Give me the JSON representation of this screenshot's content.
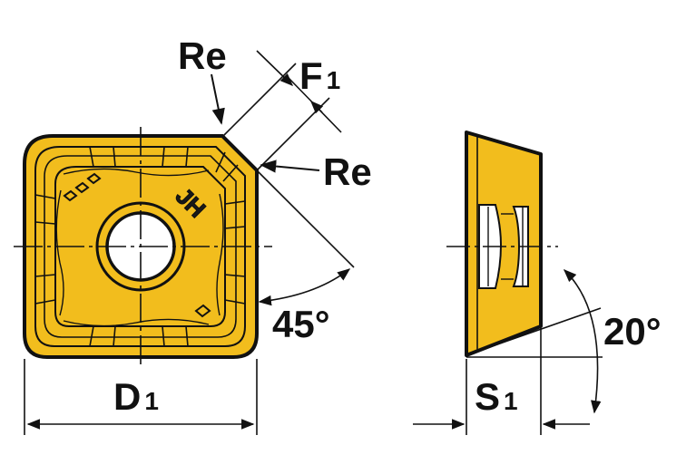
{
  "labels": {
    "re_top": "Re",
    "re_right": "Re",
    "f1_main": "F",
    "f1_sub": "1",
    "angle_45": "45°",
    "angle_20": "20°",
    "d1_main": "D",
    "d1_sub": "1",
    "s1_main": "S",
    "s1_sub": "1"
  },
  "insert": {
    "stamp": "JH"
  },
  "colors": {
    "insert_fill": "#f2bd1d",
    "outline": "#111111",
    "background": "#ffffff"
  }
}
